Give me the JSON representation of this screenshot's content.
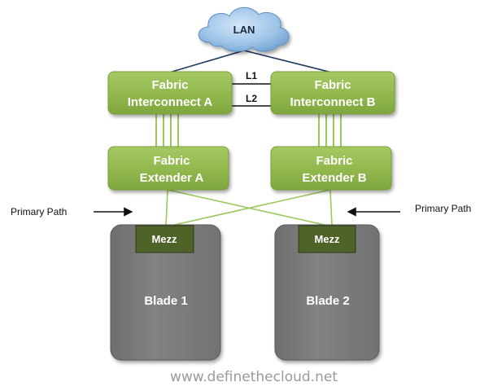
{
  "lan": {
    "label": "LAN"
  },
  "links": {
    "l1": "L1",
    "l2": "L2"
  },
  "interconnect_a": {
    "line1": "Fabric",
    "line2": "Interconnect A"
  },
  "interconnect_b": {
    "line1": "Fabric",
    "line2": "Interconnect B"
  },
  "extender_a": {
    "line1": "Fabric",
    "line2": "Extender A"
  },
  "extender_b": {
    "line1": "Fabric",
    "line2": "Extender B"
  },
  "primary_path_left": "Primary Path",
  "primary_path_right": "Primary Path",
  "blade_1": {
    "label": "Blade 1",
    "mezz": "Mezz"
  },
  "blade_2": {
    "label": "Blade 2",
    "mezz": "Mezz"
  },
  "footer_url": "www.definethecloud.net",
  "colors": {
    "green_box": "#92b94d",
    "green_border": "#78a03c",
    "blade_gray": "#7f7f7f",
    "mezz_dark": "#4f6228",
    "lan_line": "#1f3a5f",
    "cloud": "#9cc3e6"
  }
}
